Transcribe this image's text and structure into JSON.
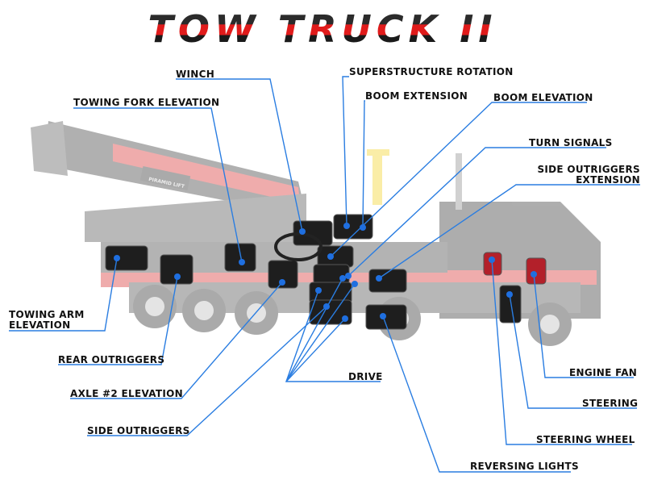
{
  "title": "TOW TRUCK II",
  "truck_logo": "PIRAMID LIFT",
  "labels": {
    "winch": "WINCH",
    "superstructure_rotation": "SUPERSTRUCTURE ROTATION",
    "towing_fork_elevation": "TOWING FORK ELEVATION",
    "boom_extension": "BOOM EXTENSION",
    "boom_elevation": "BOOM ELEVATION",
    "turn_signals": "TURN SIGNALS",
    "side_outriggers_extension_1": "SIDE OUTRIGGERS",
    "side_outriggers_extension_2": "EXTENSION",
    "towing_arm_elevation_1": "TOWING ARM",
    "towing_arm_elevation_2": "ELEVATION",
    "rear_outriggers": "REAR OUTRIGGERS",
    "drive": "DRIVE",
    "engine_fan": "ENGINE FAN",
    "axle2_elevation": "AXLE #2 ELEVATION",
    "steering": "STEERING",
    "side_outriggers": "SIDE OUTRIGGERS",
    "steering_wheel": "STEERING WHEEL",
    "reversing_lights": "REVERSING LIGHTS"
  },
  "colors": {
    "leader": "#2a7de1",
    "dot": "#1f6fe0",
    "truck_red": "#d62828",
    "truck_black": "#1c1c1c",
    "boom_yellow": "#f2d21b"
  }
}
